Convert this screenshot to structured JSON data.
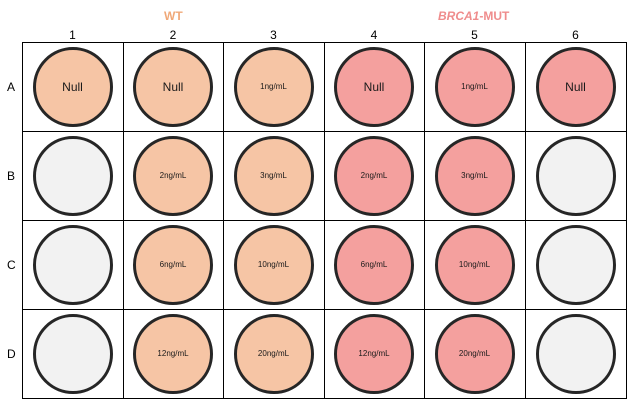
{
  "groups": {
    "wt": "WT",
    "mut_italic": "BRCA1",
    "mut_suffix": "-MUT"
  },
  "columns": [
    "1",
    "2",
    "3",
    "4",
    "5",
    "6"
  ],
  "rows": [
    {
      "label": "A",
      "wells": [
        {
          "group": "wt",
          "text": "Null"
        },
        {
          "group": "wt",
          "text": "Null"
        },
        {
          "group": "wt",
          "text": "1ng/mL"
        },
        {
          "group": "mut",
          "text": "Null"
        },
        {
          "group": "mut",
          "text": "1ng/mL"
        },
        {
          "group": "mut",
          "text": "Null"
        }
      ]
    },
    {
      "label": "B",
      "wells": [
        {
          "group": "empty",
          "text": ""
        },
        {
          "group": "wt",
          "text": "2ng/mL"
        },
        {
          "group": "wt",
          "text": "3ng/mL"
        },
        {
          "group": "mut",
          "text": "2ng/mL"
        },
        {
          "group": "mut",
          "text": "3ng/mL"
        },
        {
          "group": "empty",
          "text": ""
        }
      ]
    },
    {
      "label": "C",
      "wells": [
        {
          "group": "empty",
          "text": ""
        },
        {
          "group": "wt",
          "text": "6ng/mL"
        },
        {
          "group": "wt",
          "text": "10ng/mL"
        },
        {
          "group": "mut",
          "text": "6ng/mL"
        },
        {
          "group": "mut",
          "text": "10ng/mL"
        },
        {
          "group": "empty",
          "text": ""
        }
      ]
    },
    {
      "label": "D",
      "wells": [
        {
          "group": "empty",
          "text": ""
        },
        {
          "group": "wt",
          "text": "12ng/mL"
        },
        {
          "group": "wt",
          "text": "20ng/mL"
        },
        {
          "group": "mut",
          "text": "12ng/mL"
        },
        {
          "group": "mut",
          "text": "20ng/mL"
        },
        {
          "group": "empty",
          "text": ""
        }
      ]
    }
  ],
  "colors": {
    "wt_fill": "#f6c5a5",
    "mut_fill": "#f4a09e",
    "empty_fill": "#f2f2f2",
    "wt_title": "#f0a878",
    "mut_title": "#ef8c8c",
    "well_border": "#262626"
  }
}
